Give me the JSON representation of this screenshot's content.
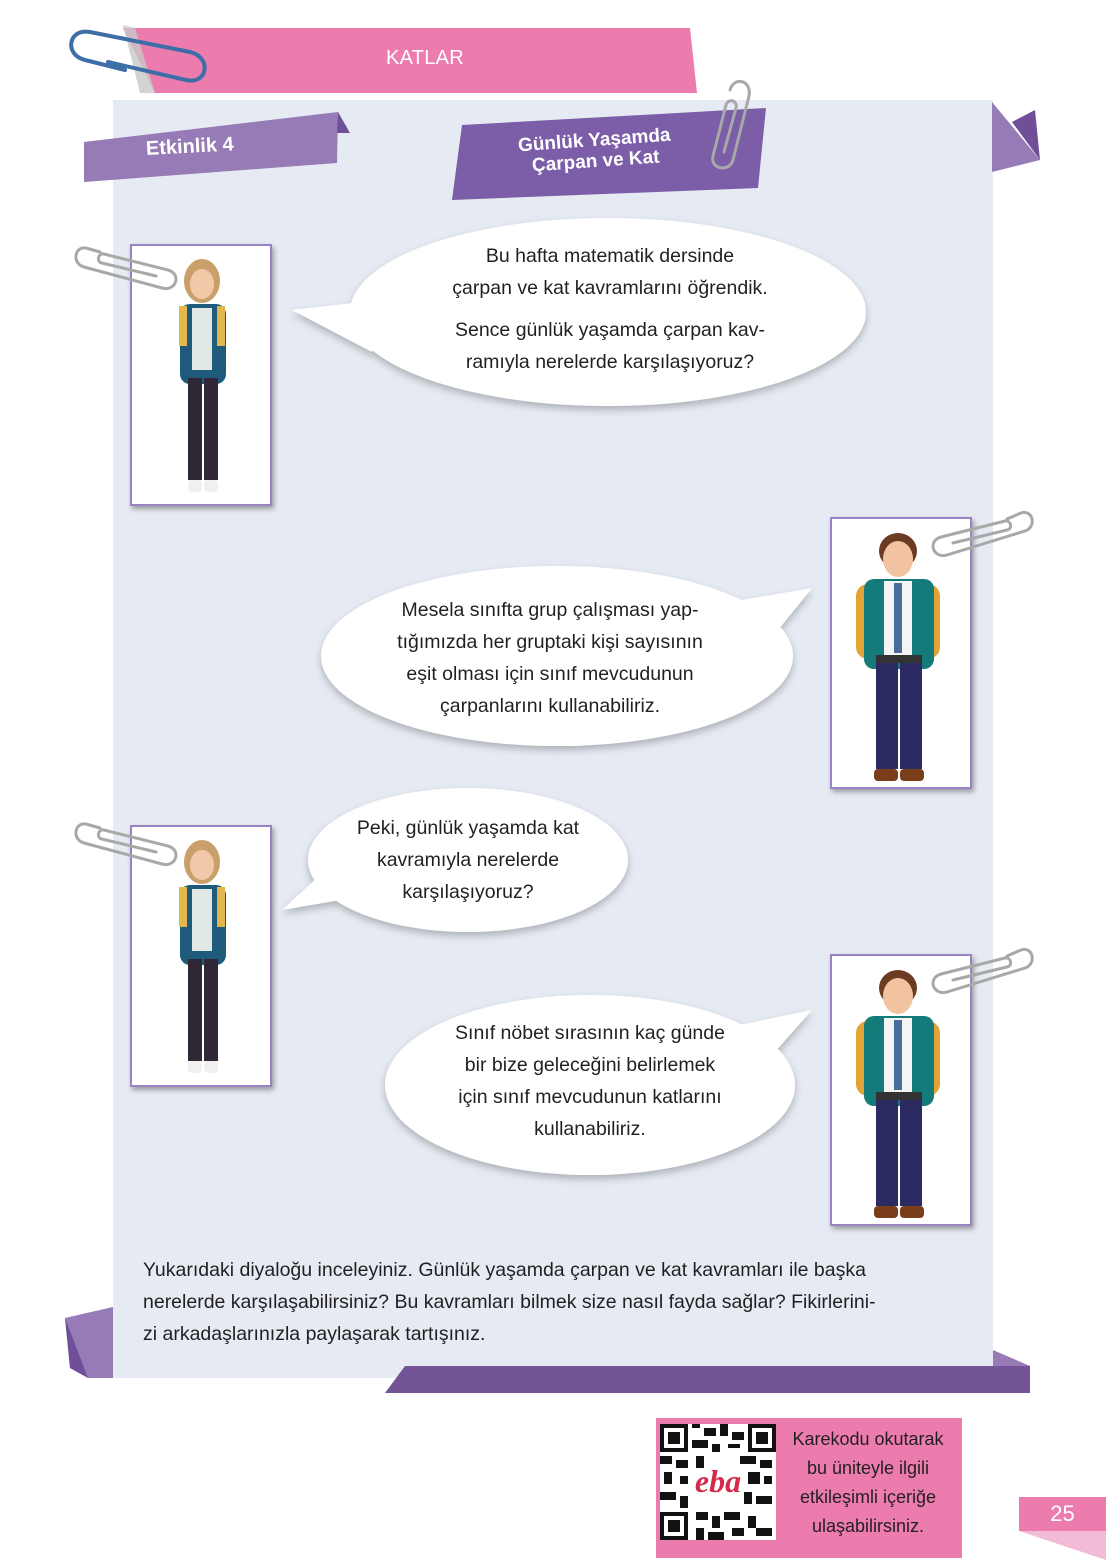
{
  "header": {
    "title": "KATLAR",
    "banner_color": "#ec7cae"
  },
  "activity": {
    "label": "Etkinlik 4",
    "label_color": "#967bb6",
    "topic_line1": "Günlük Yaşamda",
    "topic_line2": "Çarpan ve Kat",
    "topic_color": "#7b5ea7"
  },
  "panel": {
    "background": "#e6ebf3"
  },
  "dialogue": [
    {
      "speaker": "girl",
      "lines": [
        "Bu hafta matematik dersinde",
        "çarpan ve kat kavramlarını öğrendik.",
        "Sence günlük yaşamda çarpan kav-",
        "ramıyla nerelerde karşılaşıyoruz?"
      ]
    },
    {
      "speaker": "boy",
      "lines": [
        "Mesela sınıfta grup çalışması yap-",
        "tığımızda her gruptaki kişi sayısının",
        "eşit olması için sınıf mevcudunun",
        "çarpanlarını kullanabiliriz."
      ]
    },
    {
      "speaker": "girl",
      "lines": [
        "Peki, günlük yaşamda kat",
        "kavramıyla nerelerde",
        "karşılaşıyoruz?"
      ]
    },
    {
      "speaker": "boy",
      "lines": [
        "Sınıf nöbet sırasının kaç günde",
        "bir bize geleceğini belirlemek",
        "için sınıf mevcudunun katlarını",
        "kullanabiliriz."
      ]
    }
  ],
  "instructions": {
    "lines": [
      "Yukarıdaki diyaloğu inceleyiniz. Günlük yaşamda çarpan ve kat kavramları ile başka",
      "nerelerde karşılaşabilirsiniz? Bu kavramları bilmek size nasıl fayda sağlar? Fikirlerini-",
      "zi arkadaşlarınızla paylaşarak tartışınız."
    ]
  },
  "footer": {
    "qr_logo": "eba",
    "qr_text": [
      "Karekodu okutarak",
      "bu üniteyle ilgili",
      "etkileşimli içeriğe",
      "ulaşabilirsiniz."
    ],
    "page_number": "25"
  }
}
